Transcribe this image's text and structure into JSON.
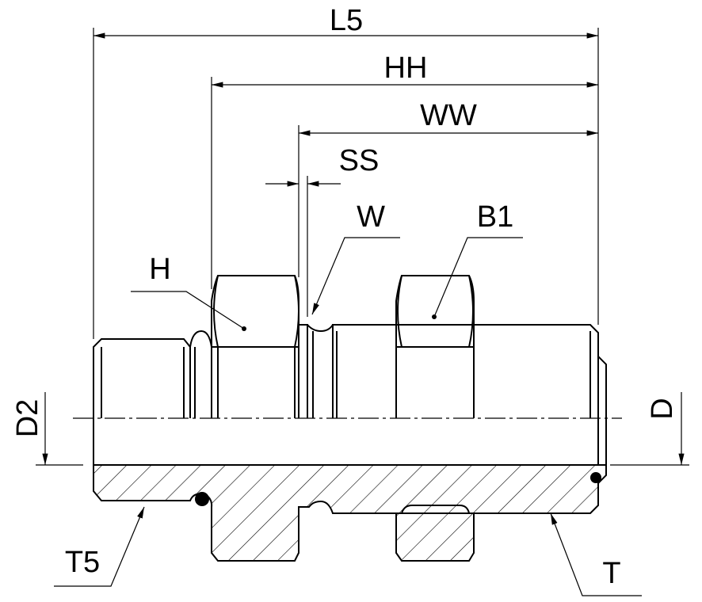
{
  "labels": {
    "L5": "L5",
    "HH": "HH",
    "WW": "WW",
    "SS": "SS",
    "W": "W",
    "B1": "B1",
    "H": "H",
    "D2": "D2",
    "D": "D",
    "T5": "T5",
    "T": "T"
  }
}
